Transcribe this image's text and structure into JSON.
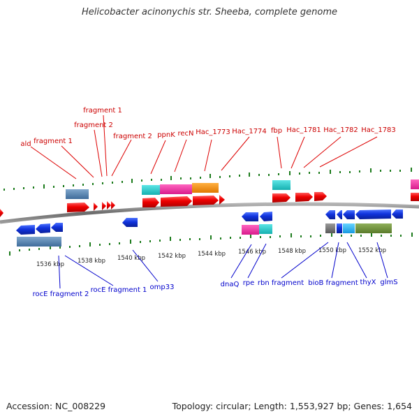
{
  "title": "Helicobacter acinonychis str. Sheeba, complete genome",
  "footer": {
    "accession": "Accession: NC_008229",
    "topology": "Topology: circular; Length: 1,553,927 bp; Genes: 1,654"
  },
  "kbp_ticks": [
    {
      "kbp": 1536,
      "label": "1536 kbp"
    },
    {
      "kbp": 1538,
      "label": "1538 kbp"
    },
    {
      "kbp": 1540,
      "label": "1540 kbp"
    },
    {
      "kbp": 1542,
      "label": "1542 kbp"
    },
    {
      "kbp": 1544,
      "label": "1544 kbp"
    },
    {
      "kbp": 1546,
      "label": "1546 kbp"
    },
    {
      "kbp": 1548,
      "label": "1548 kbp"
    },
    {
      "kbp": 1550,
      "label": "1550 kbp"
    },
    {
      "kbp": 1552,
      "label": "1552 kbp"
    }
  ],
  "forward_labels": [
    "ald",
    "fragment 1",
    "fragment 2",
    "fragment 1",
    "fragment 2",
    "ppnK",
    "recN",
    "Hac_1773",
    "Hac_1774",
    "fbp",
    "Hac_1781",
    "Hac_1782",
    "Hac_1783"
  ],
  "reverse_labels": [
    "rocE fragment 2",
    "rocE fragment 1",
    "omp33",
    "dnaQ",
    "rpe",
    "rbn fragment",
    "bioB fragment",
    "thyX",
    "glmS"
  ],
  "colors": {
    "forward_label": "#cc0000",
    "reverse_label": "#0000cc",
    "cds_forward": "#ee1111",
    "cds_reverse": "#1133dd",
    "backbone": "#777777",
    "tick": "#1a7a1a"
  }
}
